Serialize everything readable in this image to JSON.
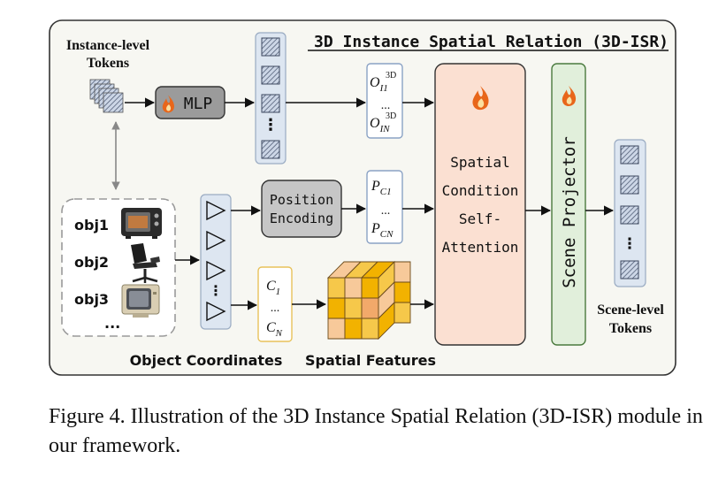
{
  "title": "3D Instance Spatial Relation (3D-ISR)",
  "labels": {
    "instance_tokens_line1": "Instance-level",
    "instance_tokens_line2": "Tokens",
    "mlp": "MLP",
    "o_first_base": "O",
    "o_first_sub": "I1",
    "o_first_sup": "3D",
    "o_ellipsis": "...",
    "o_last_base": "O",
    "o_last_sub": "IN",
    "o_last_sup": "3D",
    "position_encoding_line1": "Position",
    "position_encoding_line2": "Encoding",
    "p_first_base": "P",
    "p_first_sub": "C1",
    "p_ellipsis": "...",
    "p_last_base": "P",
    "p_last_sub": "CN",
    "c_first_base": "C",
    "c_first_sub": "1",
    "c_ellipsis": "...",
    "c_last_base": "C",
    "c_last_sub": "N",
    "attention_line1": "Spatial",
    "attention_line2": "Condition",
    "attention_line3": "Self-",
    "attention_line4": "Attention",
    "scene_projector": "Scene Projector",
    "scene_tokens_line1": "Scene-level",
    "scene_tokens_line2": "Tokens",
    "obj1": "obj1",
    "obj2": "obj2",
    "obj3": "obj3",
    "obj_more": "...",
    "object_coordinates": "Object Coordinates",
    "spatial_features": "Spatial Features",
    "token_ellipsis": "⋮",
    "triangle_ellipsis": "⋮"
  },
  "caption": "Figure 4. Illustration of the 3D Instance Spatial Relation (3D-ISR) module in our framework.",
  "colors": {
    "panel_bg": "#f7f7f2",
    "mlp_box": "#9b9b9b",
    "position_encoding_box": "#c6c6c6",
    "attention_box": "#fbe0d2",
    "scene_projector_box": "#e1efdb",
    "scene_projector_border": "#4a7a3e",
    "token_column": "#dde6f1",
    "flame": "#e8661a",
    "cube_dark": "#f2b200",
    "cube_mid": "#f6c84a",
    "cube_light": "#f7c99a"
  },
  "icons": [
    "flame-icon",
    "toaster-oven-icon",
    "office-chair-icon",
    "crt-monitor-icon",
    "token-square-icon",
    "coordinate-triangle-icon",
    "feature-cube-icon"
  ]
}
